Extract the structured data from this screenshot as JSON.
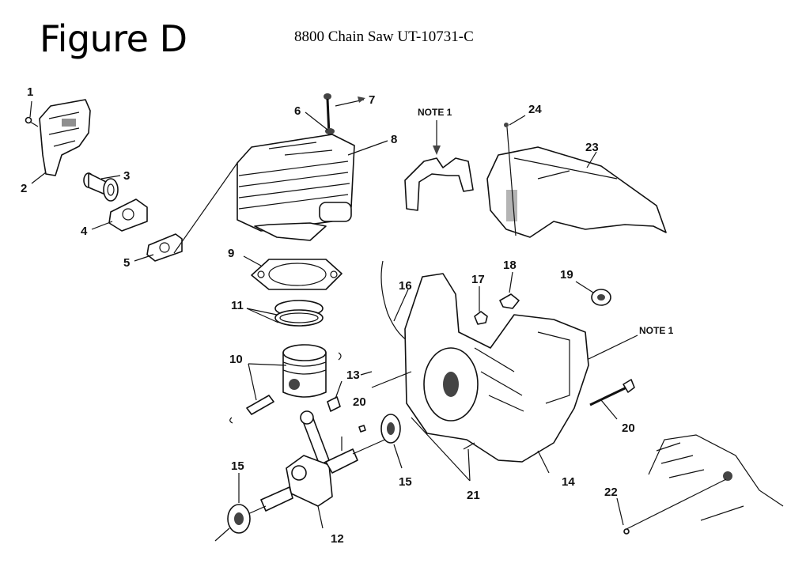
{
  "header": {
    "title": "Figure D",
    "subtitle": "8800 Chain Saw UT-10731-C"
  },
  "callouts": {
    "c1": "1",
    "c2": "2",
    "c3": "3",
    "c4": "4",
    "c5": "5",
    "c6": "6",
    "c7": "7",
    "c8": "8",
    "c9": "9",
    "c10": "10",
    "c11": "11",
    "c12": "12",
    "c13": "13",
    "c14": "14",
    "c15a": "15",
    "c15b": "15",
    "c16": "16",
    "c17": "17",
    "c18": "18",
    "c19": "19",
    "c20a": "20",
    "c20b": "20",
    "c21": "21",
    "c22": "22",
    "c23": "23",
    "c24": "24"
  },
  "notes": {
    "note_top": "NOTE 1",
    "note_right": "NOTE 1"
  }
}
